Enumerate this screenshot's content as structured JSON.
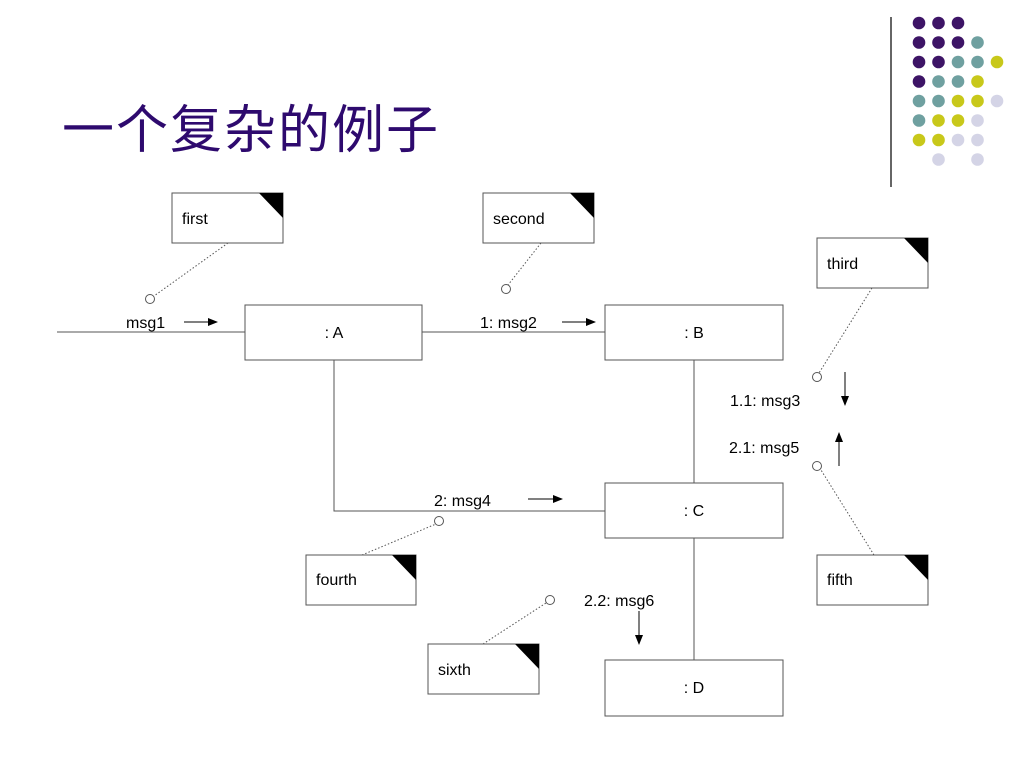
{
  "slide": {
    "title": "一个复杂的例子"
  },
  "palette": {
    "purple": "#3d1466",
    "teal": "#6fa0a0",
    "olive": "#c8c81a",
    "lavender": "#d4d4e6",
    "title_color": "#2e0a6e"
  },
  "decor_dots": [
    [
      "purple",
      "purple",
      "purple",
      null
    ],
    [
      "purple",
      "purple",
      "purple",
      "teal"
    ],
    [
      "purple",
      "purple",
      "teal",
      "teal",
      "olive"
    ],
    [
      "purple",
      "teal",
      "teal",
      "olive"
    ],
    [
      "teal",
      "teal",
      "olive",
      "olive",
      "lavender"
    ],
    [
      "teal",
      "olive",
      "olive",
      "lavender"
    ],
    [
      "olive",
      "olive",
      "lavender",
      "lavender"
    ],
    [
      null,
      "lavender",
      null,
      "lavender"
    ]
  ],
  "objects": {
    "A": ": A",
    "B": ": B",
    "C": ": C",
    "D": ": D"
  },
  "messages": {
    "m1": "msg1",
    "m2": "1: msg2",
    "m3": "1.1: msg3",
    "m5": "2.1: msg5",
    "m4": "2: msg4",
    "m6": "2.2: msg6"
  },
  "notes": {
    "first": "first",
    "second": "second",
    "third": "third",
    "fourth": "fourth",
    "fifth": "fifth",
    "sixth": "sixth"
  }
}
